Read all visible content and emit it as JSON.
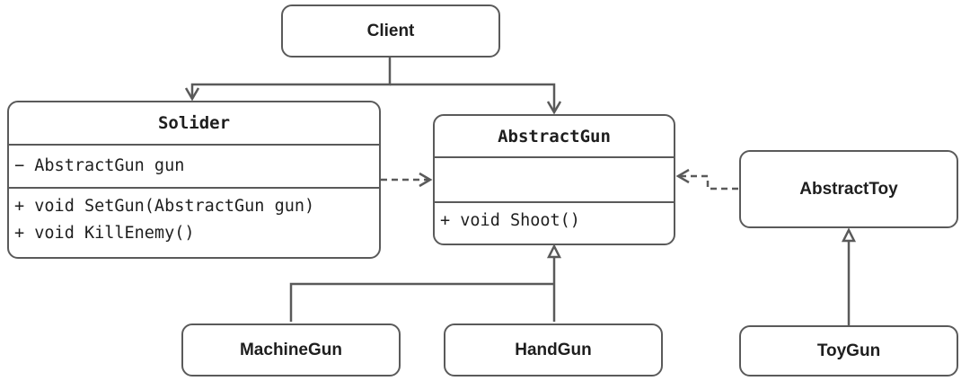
{
  "diagram": {
    "client": {
      "name": "Client"
    },
    "solider": {
      "name": "Solider",
      "attributes": [
        "− AbstractGun gun"
      ],
      "methods": [
        "+ void SetGun(AbstractGun gun)",
        "+ void KillEnemy()"
      ]
    },
    "abstract_gun": {
      "name": "AbstractGun",
      "attributes": [],
      "methods": [
        "+ void Shoot()"
      ]
    },
    "abstract_toy": {
      "name": "AbstractToy"
    },
    "machine_gun": {
      "name": "MachineGun"
    },
    "hand_gun": {
      "name": "HandGun"
    },
    "toy_gun": {
      "name": "ToyGun"
    },
    "colors": {
      "stroke": "#5a5a5a",
      "text": "#1e1e1e",
      "background": "#ffffff"
    }
  }
}
